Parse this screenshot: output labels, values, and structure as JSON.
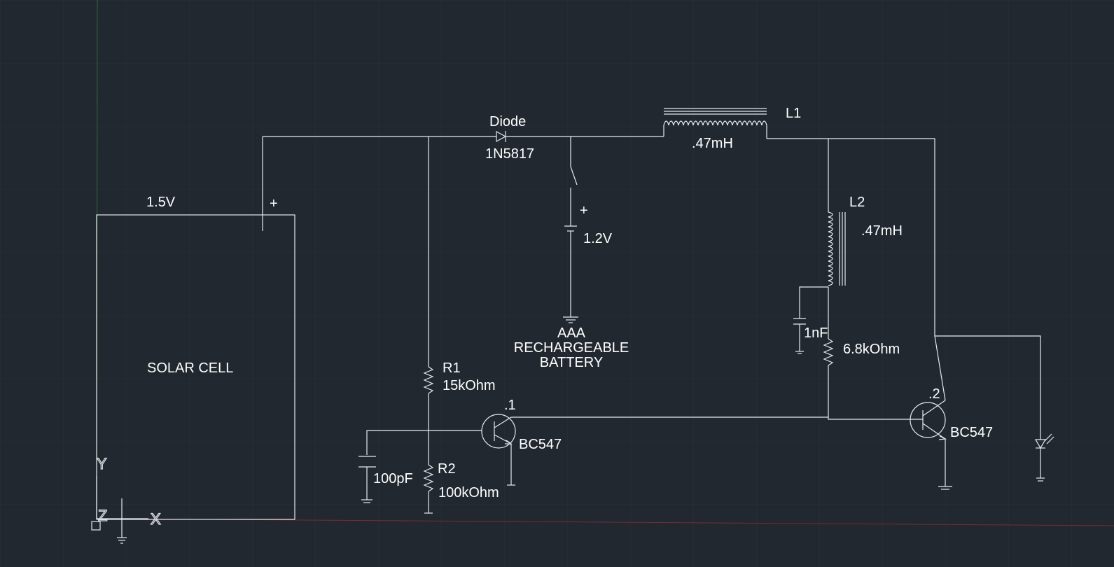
{
  "colors": {
    "background": "#212830",
    "grid": "#2a313a",
    "wire": "#e8eaec",
    "axis_x": "#7a2b33",
    "axis_y": "#2f6a36"
  },
  "labels": {
    "solar_voltage": "1.5V",
    "solar_plus": "+",
    "solar_cell": "SOLAR CELL",
    "diode_title": "Diode",
    "diode_part": "1N5817",
    "l1_name": "L1",
    "l1_value": ".47mH",
    "battery_plus": "+",
    "battery_voltage": "1.2V",
    "battery_line1": "AAA",
    "battery_line2": "RECHARGEABLE",
    "battery_line3": "BATTERY",
    "l2_name": "L2",
    "l2_value": ".47mH",
    "c2_value": "1nF",
    "r3_value": "6.8kOhm",
    "r1_name": "R1",
    "r1_value": "15kOhm",
    "r2_name": "R2",
    "r2_value": "100kOhm",
    "c1_value": "100pF",
    "q1_name": ".1",
    "q1_part": "BC547",
    "q2_name": ".2",
    "q2_part": "BC547"
  },
  "ucs": {
    "y_label": "Y",
    "z_label": "Z",
    "x_label": "X"
  }
}
